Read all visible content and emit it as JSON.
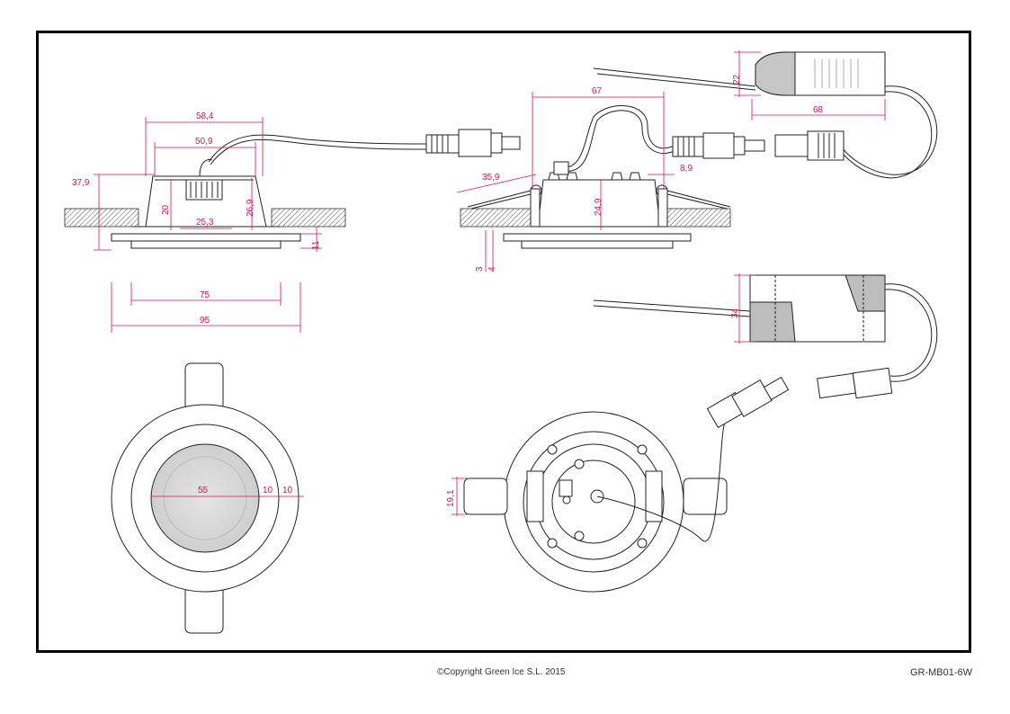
{
  "footer": {
    "copyright": "©Copyright Green Ice S.L. 2015",
    "part_code": "GR-MB01-6W"
  },
  "colors": {
    "dimension": "#d4145a",
    "outline": "#222222",
    "lens_fill": "#d6d6d6",
    "driver_shade": "#bdbdbd"
  },
  "dimensions": {
    "side_view": {
      "top_outer": "58,4",
      "top_inner": "50,9",
      "total_height": "37,9",
      "inner_height": "20",
      "connector_width": "25,3",
      "body_height": "26,9",
      "flange": "11",
      "inner_diameter": "75",
      "outer_diameter": "95"
    },
    "section_view": {
      "body_width": "67",
      "clip_reach": "35,9",
      "clip_offset": "8,9",
      "body_height": "24,9",
      "ceiling_min": "3",
      "ceiling_gap": "4"
    },
    "driver_small": {
      "height": "22",
      "length": "68"
    },
    "driver_large": {
      "height": "34"
    },
    "front_view": {
      "lens": "55",
      "ring_inner": "10",
      "ring_outer": "10"
    },
    "rear_view": {
      "clip_width": "19,1"
    }
  }
}
